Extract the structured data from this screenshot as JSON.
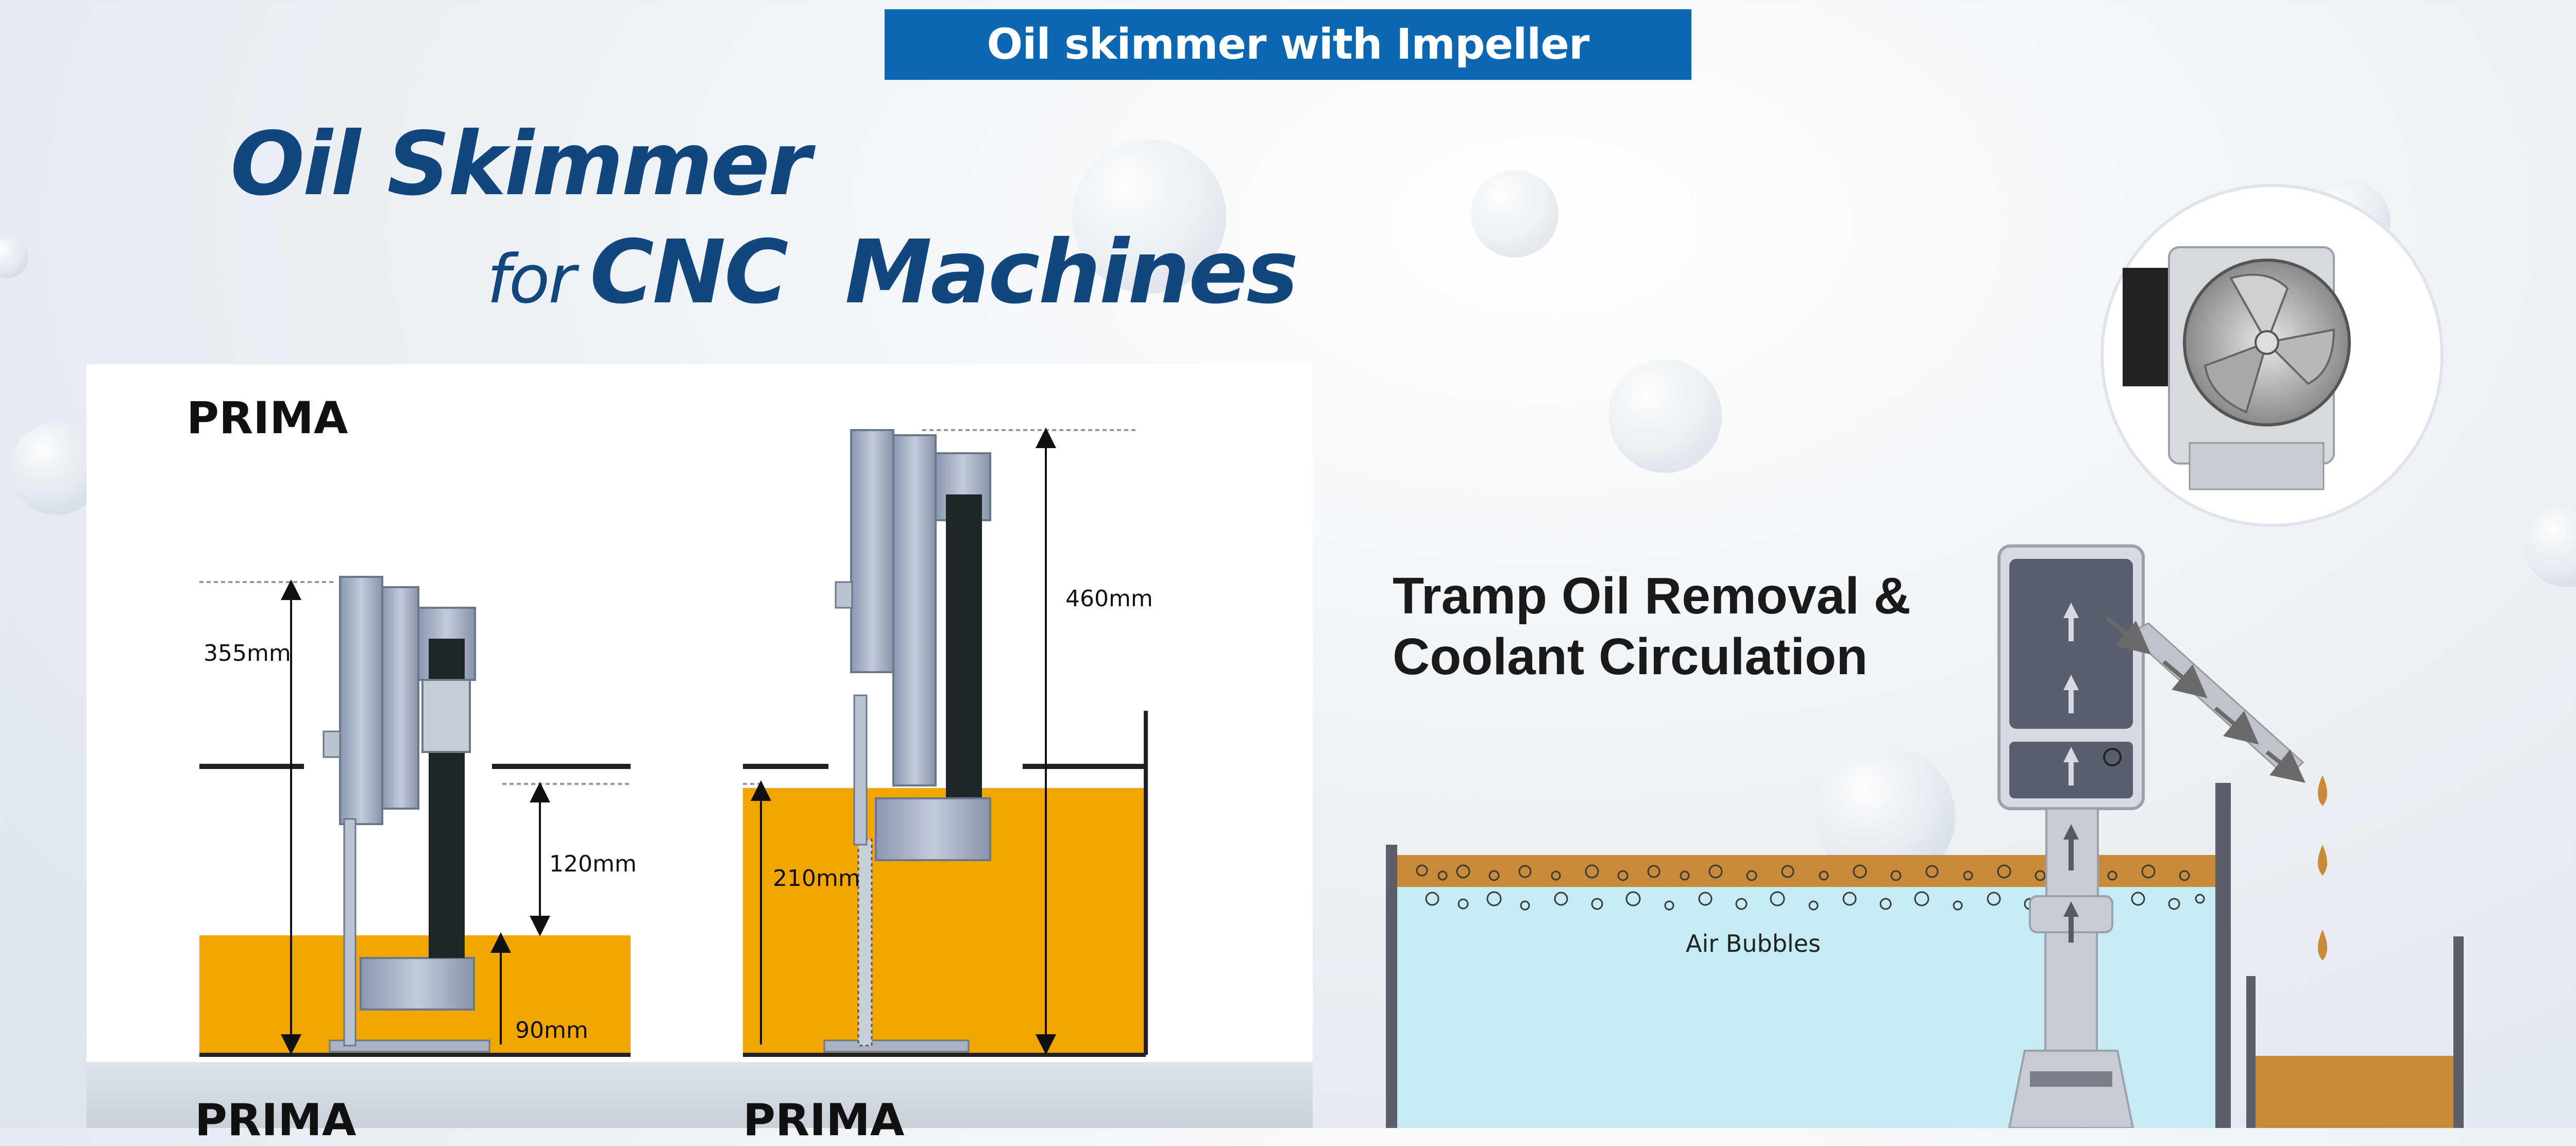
{
  "banner": {
    "text": "Oil skimmer with Impeller"
  },
  "title": {
    "line1": "Oil Skimmer",
    "line2_prefix": "for",
    "line2_main": "CNC  Machines"
  },
  "left_panel": {
    "diagram1": {
      "model": "PRIMA",
      "dim_height": "355mm",
      "dim_depth": "120mm",
      "dim_min": "90mm"
    },
    "diagram2": {
      "dim_height": "460mm",
      "dim_depth": "210mm"
    },
    "bottom_labels": [
      "PRIMA",
      "PRIMA"
    ]
  },
  "right_panel": {
    "title_line1": "Tramp Oil Removal &",
    "title_line2": "Coolant Circulation",
    "air_bubbles": "Air Bubbles"
  },
  "colors": {
    "banner_bg": "#0b67b1",
    "title": "#11467e",
    "oil": "#f0a500",
    "coolant": "#c5ecf2",
    "tramp_oil": "#c98a37"
  }
}
